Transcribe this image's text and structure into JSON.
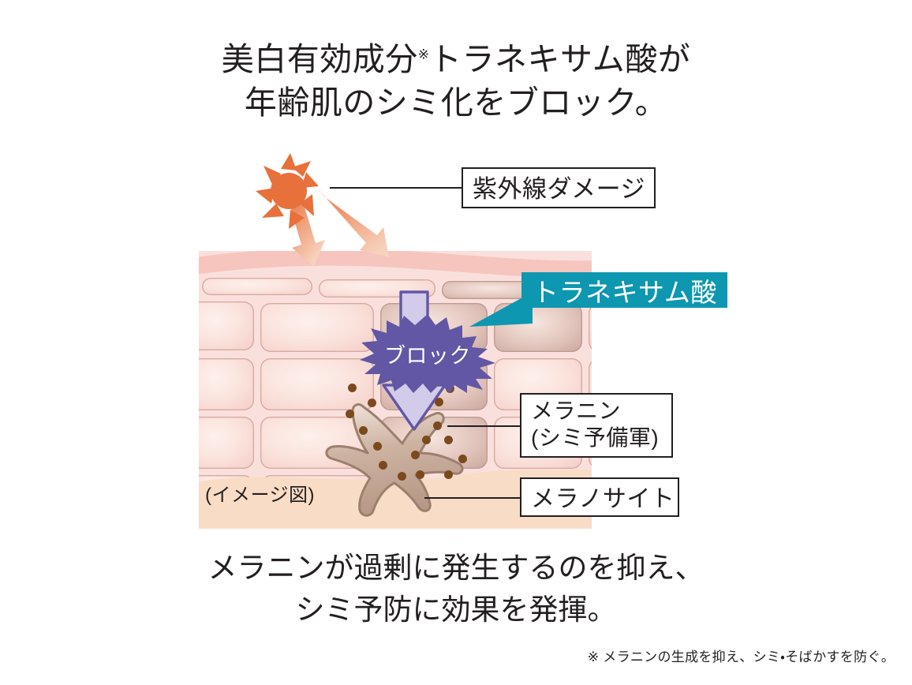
{
  "headline": {
    "line1": "美白有効成分トラネキサム酸が",
    "line1_sup": "※",
    "line1_a": "美白有効成分",
    "line1_b": "トラネキサム酸が",
    "line2": "年齢肌のシミ化をブロック。"
  },
  "diagram": {
    "image_caption": "(イメージ図)",
    "sun_icon": "sun-icon",
    "uv_arrow_icon": "uv-ray-arrow-icon",
    "block_arrow_icon": "downward-block-arrow-icon",
    "melanocyte_icon": "melanocyte-cell-icon",
    "melanin_dot_icon": "melanin-dot-icon",
    "labels": {
      "uv_damage": "紫外線ダメージ",
      "tranexamic_acid": "トラネキサム酸",
      "block": "ブロック",
      "melanin_line1": "メラニン",
      "melanin_line2": "(シミ予備軍)",
      "melanocyte": "メラノサイト"
    },
    "colors": {
      "sun": "#e8703a",
      "uv_arrow_start": "#e8703a",
      "uv_arrow_end": "#f6cbb4",
      "tranexamic_box": "#0d97b0",
      "block_burst": "#6157a4",
      "block_arrow_fill": "#d2cbe9",
      "block_arrow_stroke": "#6157a4",
      "skin_bg": "#fae0dc",
      "dermis": "#f8dcc6",
      "melanin_dot": "#7a4a1e",
      "melanocyte_body": "#c7a893",
      "label_border": "#231f20"
    }
  },
  "bottom_copy": {
    "line1": "メラニンが過剰に発生するのを抑え、",
    "line2": "シミ予防に効果を発揮。"
  },
  "footnote": {
    "text": "※ メラニンの生成を抑え、シミ・そばかすを防ぐ。"
  }
}
